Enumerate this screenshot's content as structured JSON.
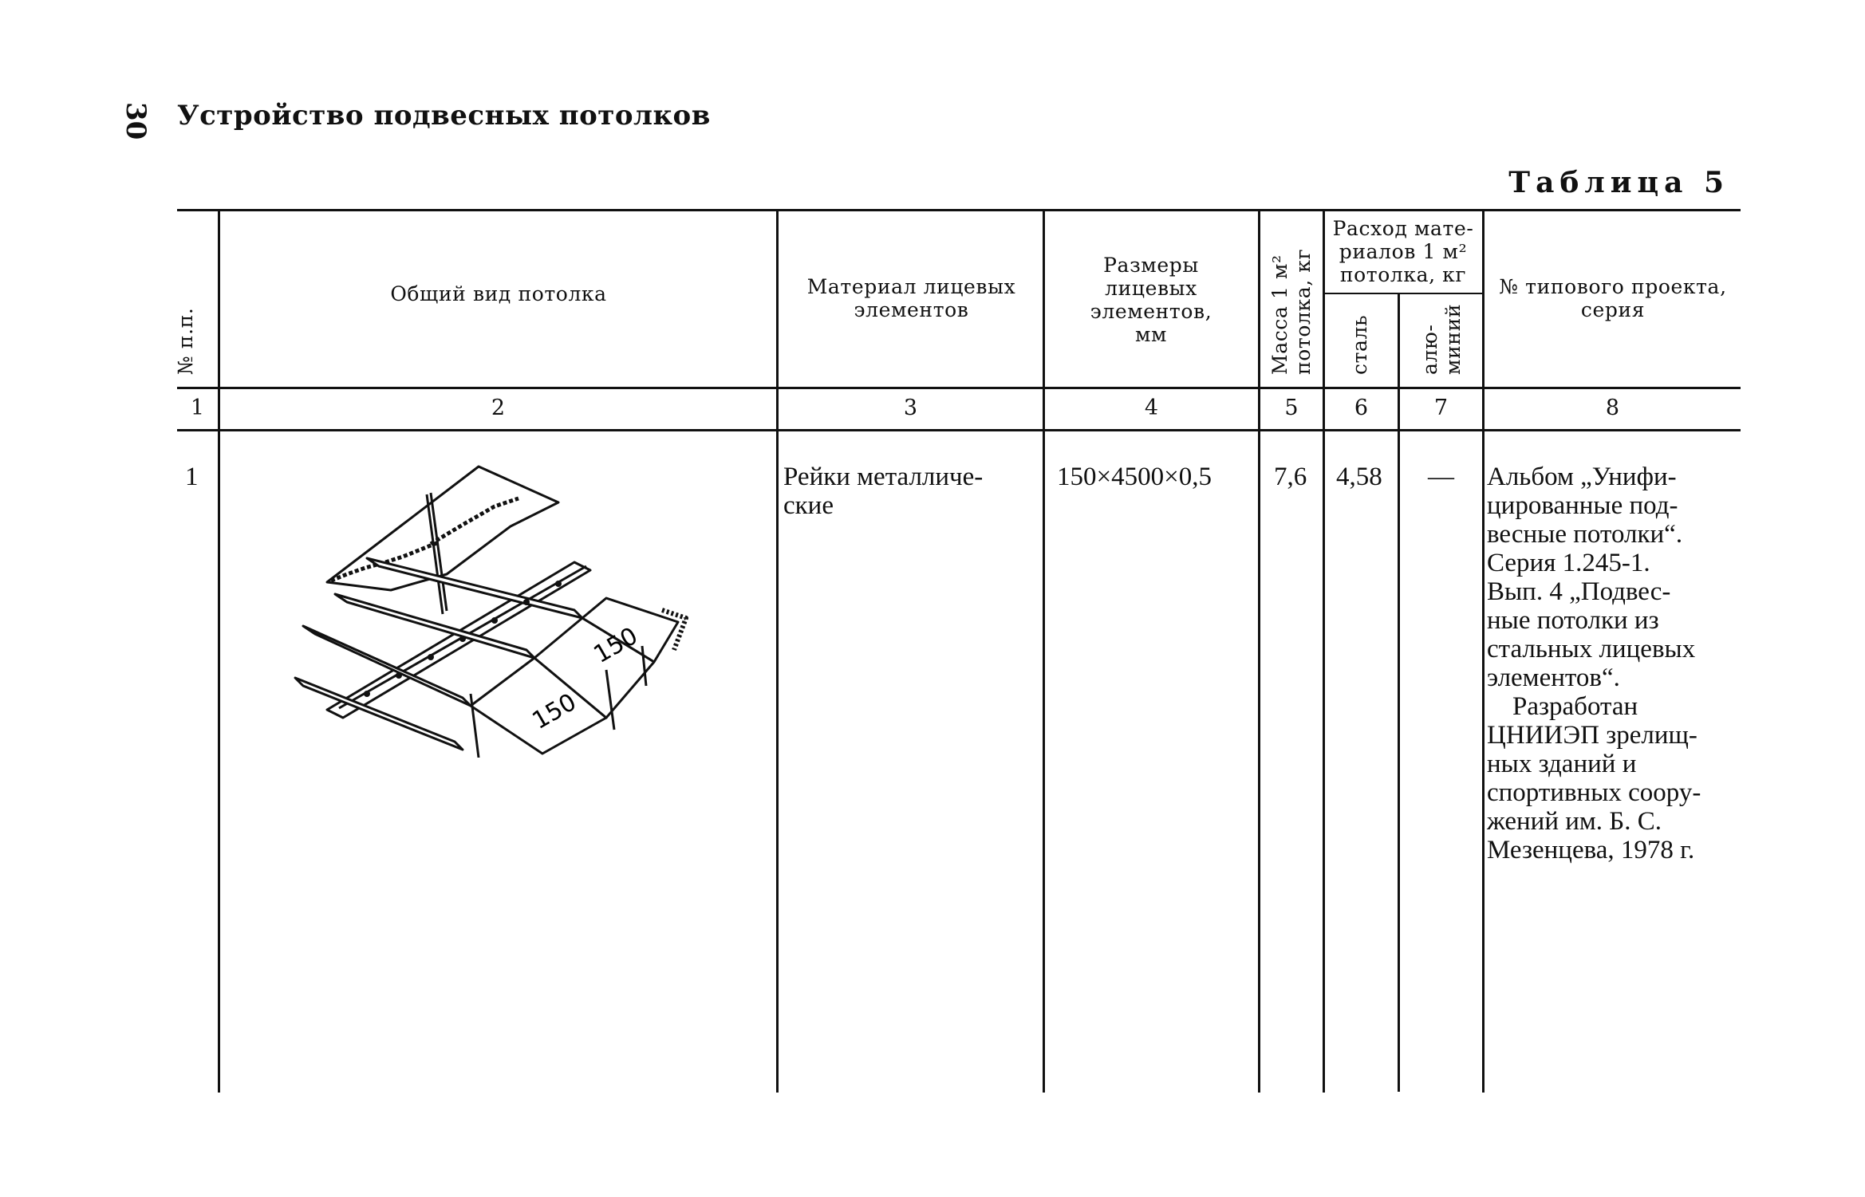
{
  "page": {
    "number": "30",
    "running_title": "Устройство подвесных потолков",
    "table_caption": "Таблица 5"
  },
  "headers": {
    "col1": "№ п.п.",
    "col2": "Общий вид потолка",
    "col3_line1": "Материал лицевых",
    "col3_line2": "элементов",
    "col4_line1": "Размеры",
    "col4_line2": "лицевых",
    "col4_line3": "элементов,",
    "col4_line4": "мм",
    "col5_line1": "Масса 1 м²",
    "col5_line2": "потолка, кг",
    "group_line1": "Расход мате-",
    "group_line2": "риалов 1 м²",
    "group_line3": "потолка, кг",
    "col6": "сталь",
    "col7_line1": "алю-",
    "col7_line2": "миний",
    "col8_line1": "№ типового проекта,",
    "col8_line2": "серия"
  },
  "column_numbers": [
    "1",
    "2",
    "3",
    "4",
    "5",
    "6",
    "7",
    "8"
  ],
  "rows": [
    {
      "num": "1",
      "drawing_labels": [
        "150",
        "150"
      ],
      "material_line1": "Рейки металличе-",
      "material_line2": "ские",
      "sizes": "150×4500×0,5",
      "mass": "7,6",
      "steel": "4,58",
      "aluminium": "—",
      "project_lines": [
        "Альбом „Унифи-",
        "цированные под-",
        "весные потолки“.",
        "Серия 1.245-1.",
        "Вып. 4 „Подвес-",
        "ные потолки из",
        "стальных лицевых",
        "элементов“.",
        "Разработан",
        "ЦНИИЭП зрелищ-",
        "ных зданий и",
        "спортивных соору-",
        "жений им. Б. С.",
        "Мезенцева, 1978 г."
      ]
    }
  ]
}
